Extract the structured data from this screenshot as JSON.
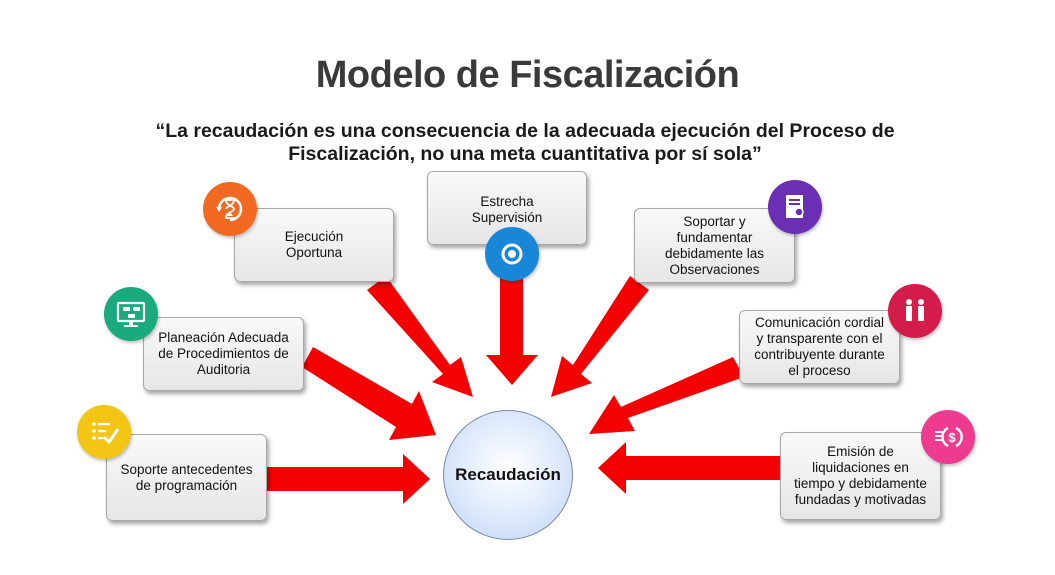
{
  "title": "Modelo de Fiscalización",
  "quote": "“La recaudación es una consecuencia de la adecuada ejecución del Proceso de Fiscalización, no una meta cuantitativa por sí sola”",
  "center_label": "Recaudación",
  "colors": {
    "arrow": "#f40000",
    "orange": "#f26a21",
    "blue": "#1a86d8",
    "purple": "#6b2fb3",
    "crimson": "#d41c4a",
    "green": "#1aaa7e",
    "yellow": "#f3c615",
    "pink": "#ee3a8f"
  },
  "nodes": {
    "ejecucion": {
      "label": "Ejecución Oportuna",
      "icon": "hourglass-icon"
    },
    "supervision": {
      "label": "Estrecha Supervisión",
      "icon": "eye-icon"
    },
    "soportar": {
      "label": "Soportar y fundamentar debidamente las Observaciones",
      "icon": "certificate-document-icon"
    },
    "planeacion": {
      "label": "Planeación Adecuada de Procedimientos de Auditoria",
      "icon": "flowchart-monitor-icon"
    },
    "comunicacion": {
      "label": "Comunicación cordial y transparente con el contribuyente durante el proceso",
      "icon": "people-icon"
    },
    "soporte": {
      "label": "Soporte antecedentes de programación",
      "icon": "checklist-icon"
    },
    "emision": {
      "label": "Emisión de liquidaciones en tiempo y debidamente fundadas y motivadas",
      "icon": "money-icon"
    }
  }
}
